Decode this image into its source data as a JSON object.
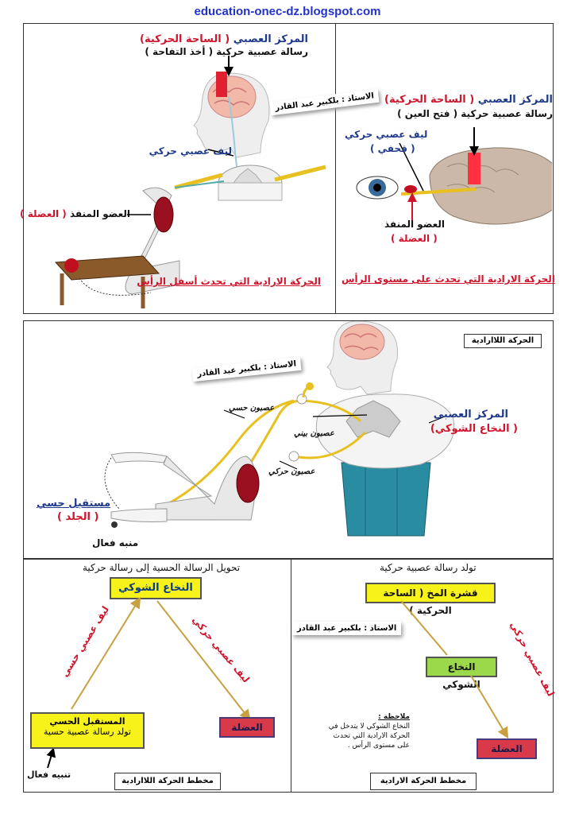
{
  "site": "education-onec-dz.blogspot.com",
  "panel_a": {
    "center_title": "المركز العصبي",
    "center_paren": "( الساحة الحركية)",
    "message": "رسالة عصبية حركية  ( أخذ التفاحة )",
    "stamp": "الاستاذ : بلكبير عبد القادر",
    "nerve": "ليف عصبي حركي",
    "organ": "العضو المنفذ",
    "organ_paren": "( العضلة )",
    "caption": "الحركة الارادية التي تحدث أسفل الرأس"
  },
  "panel_b": {
    "center_title": "المركز العصبي",
    "center_paren": "( الساحة الحركية)",
    "message": "رسالة عصبية حركية  ( فتح العين )",
    "nerve": "ليف عصبي حركي",
    "nerve_paren": "( قحفي )",
    "organ": "العضو المنفذ",
    "organ_paren": "( العضلة )",
    "caption": "الحركة الارادية التي تحدث على مستوى  الرأس"
  },
  "panel_c": {
    "title_box": "الحركة اللاارادية",
    "stamp": "الاستاذ : بلكبير عبد القادر",
    "sensory": "عصبون حسي",
    "inter": "عصبون بيني",
    "motor": "عصبون حركي",
    "center_title": "المركز العصبي",
    "center_paren": "( النخاع الشوكي)",
    "receptor": "مستقبل حسي",
    "receptor_paren": "( الجلد )",
    "stimulus": "منبه فعال"
  },
  "panel_d": {
    "heading": "تحويل الرسالة الحسية إلى رسالة حركية",
    "spinal": "النخاع الشوكي",
    "left_fiber": "ليف عصبي حسي",
    "right_fiber": "ليف عصبي حركي",
    "receptor_title": "المستقبل الحسي",
    "receptor_sub": "تولد رسالة عصبية حسية",
    "muscle": "العضلة",
    "stimulus": "تنبيه فعال",
    "caption": "مخطط الحركة اللاارادية"
  },
  "panel_e": {
    "heading": "تولد رسالة عصبية حركية",
    "cortex": "قشرة المخ ( الساحة الحركية )",
    "spinal": "النخاع الشوكي",
    "fiber": "ليف عصبي حركي",
    "muscle": "العضلة",
    "note_title": "ملاحظة :",
    "note_l1": "النخاع الشوكي لا يتدخل في",
    "note_l2": "الحركة الارادية التي تحدث",
    "note_l3": "على مستوى الرأس .",
    "caption": "مخطط الحركة الارادية",
    "stamp": "الاستاذ : بلكبير عبد القادر"
  }
}
